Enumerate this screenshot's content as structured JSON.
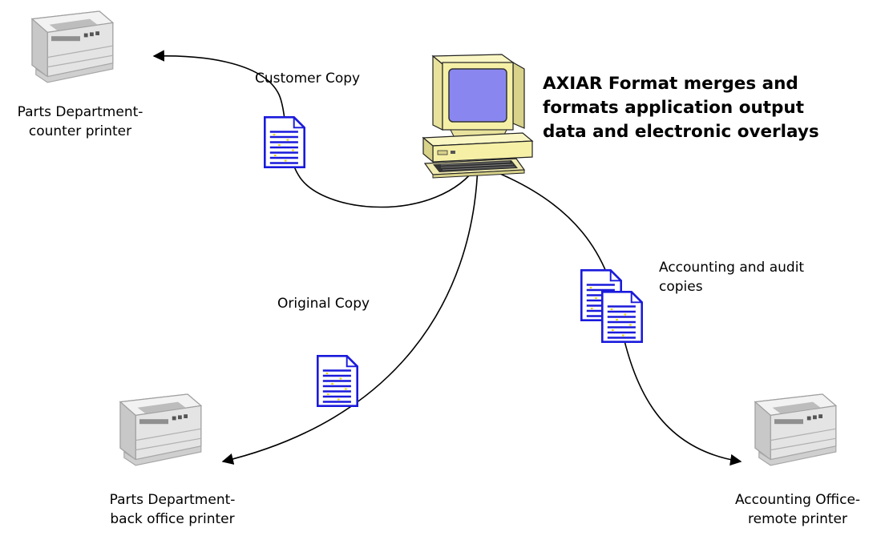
{
  "title_lines": [
    "AXIAR Format merges and",
    "formats application output",
    "data and electronic overlays"
  ],
  "printers": {
    "counter": {
      "lines": [
        "Parts Department-",
        "counter printer"
      ]
    },
    "back_office": {
      "lines": [
        "Parts Department-",
        "back office printer"
      ]
    },
    "remote": {
      "lines": [
        "Accounting Office-",
        "remote printer"
      ]
    }
  },
  "copies": {
    "customer": "Customer Copy",
    "original": "Original Copy",
    "accounting": [
      "Accounting and audit",
      "copies"
    ]
  },
  "colors": {
    "document_border": "#1a1adc",
    "document_lines": "#1a1adc",
    "document_fill": "#ffffff",
    "document_dots": "#e8d000",
    "computer_body": "#f5f0a6",
    "computer_screen": "#8a86f0",
    "connector": "#000000"
  },
  "icons": {
    "printer": "laser-printer-icon",
    "computer": "desktop-computer-icon",
    "document": "document-icon"
  }
}
